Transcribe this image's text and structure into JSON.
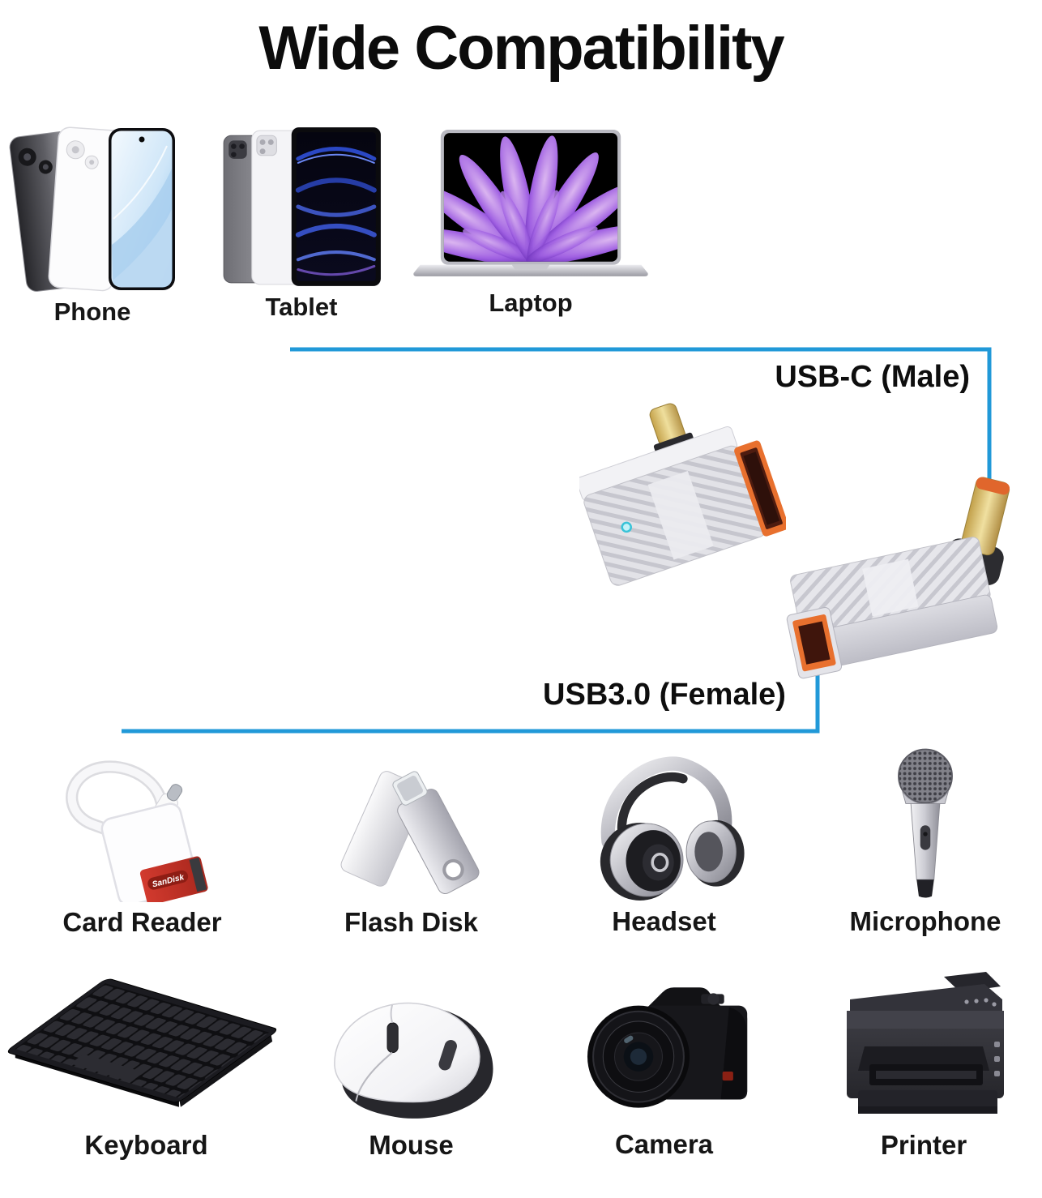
{
  "title": "Wide Compatibility",
  "colors": {
    "connector_line": "#2199d8",
    "label_text": "#111111",
    "background": "#ffffff",
    "adapter_port_orange": "#e8702e",
    "adapter_plug_gold": "#e5cf8e"
  },
  "annotations": {
    "usb_c_male": "USB-C (Male)",
    "usb3_female": "USB3.0 (Female)"
  },
  "top_devices": [
    {
      "id": "phone",
      "label": "Phone"
    },
    {
      "id": "tablet",
      "label": "Tablet"
    },
    {
      "id": "laptop",
      "label": "Laptop"
    }
  ],
  "bottom_devices": [
    {
      "id": "card-reader",
      "label": "Card Reader"
    },
    {
      "id": "flash-disk",
      "label": "Flash Disk"
    },
    {
      "id": "headset",
      "label": "Headset"
    },
    {
      "id": "microphone",
      "label": "Microphone"
    },
    {
      "id": "keyboard",
      "label": "Keyboard"
    },
    {
      "id": "mouse",
      "label": "Mouse"
    },
    {
      "id": "camera",
      "label": "Camera"
    },
    {
      "id": "printer",
      "label": "Printer"
    }
  ],
  "details": {
    "sd_card_brand": "SanDisk"
  }
}
